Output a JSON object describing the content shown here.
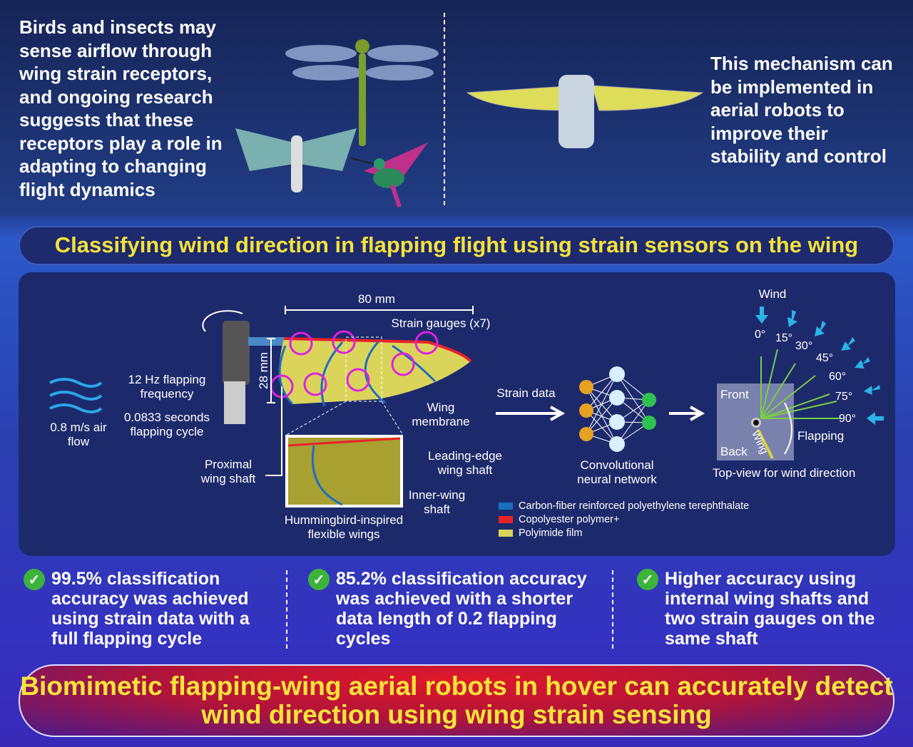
{
  "intro": {
    "left_text": "Birds and insects may sense airflow through wing strain receptors, and ongoing research suggests that these receptors play a role in adapting to changing flight dynamics",
    "right_text": "This mechanism can be implemented in aerial robots to improve their stability and control"
  },
  "title": "Classifying wind direction in flapping flight using strain sensors on the wing",
  "diagram": {
    "airflow": "0.8 m/s air flow",
    "frequency": "12 Hz flapping frequency",
    "cycle": "0.0833 seconds flapping cycle",
    "proximal": "Proximal wing shaft",
    "width_dim": "80 mm",
    "height_dim": "28 mm",
    "strain_gauges": "Strain gauges (x7)",
    "membrane": "Wing membrane",
    "leading_edge": "Leading-edge wing shaft",
    "inner_wing": "Inner-wing shaft",
    "wings_caption": "Hummingbird-inspired flexible wings",
    "strain_data": "Strain data",
    "cnn": "Convolutional neural network",
    "wind": "Wind",
    "angles": [
      "0°",
      "15°",
      "30°",
      "45°",
      "60°",
      "75°",
      "90°"
    ],
    "front": "Front",
    "back": "Back",
    "wing": "Wing",
    "flapping": "Flapping",
    "topview": "Top-view for wind direction",
    "legend": [
      {
        "label": "Carbon-fiber reinforced polyethylene terephthalate",
        "color": "#1a6fc0"
      },
      {
        "label": "Copolyester polymer+",
        "color": "#e8222a"
      },
      {
        "label": "Polyimide film",
        "color": "#d8d45a"
      }
    ]
  },
  "results": [
    "99.5% classification accuracy was achieved using strain data with a full flapping cycle",
    "85.2% classification accuracy was achieved with a shorter data length of 0.2 flapping cycles",
    "Higher accuracy using internal wing shafts and two strain gauges on the same shaft"
  ],
  "conclusion": "Biomimetic flapping-wing aerial robots in hover can accurately detect wind direction using wing strain sensing"
}
